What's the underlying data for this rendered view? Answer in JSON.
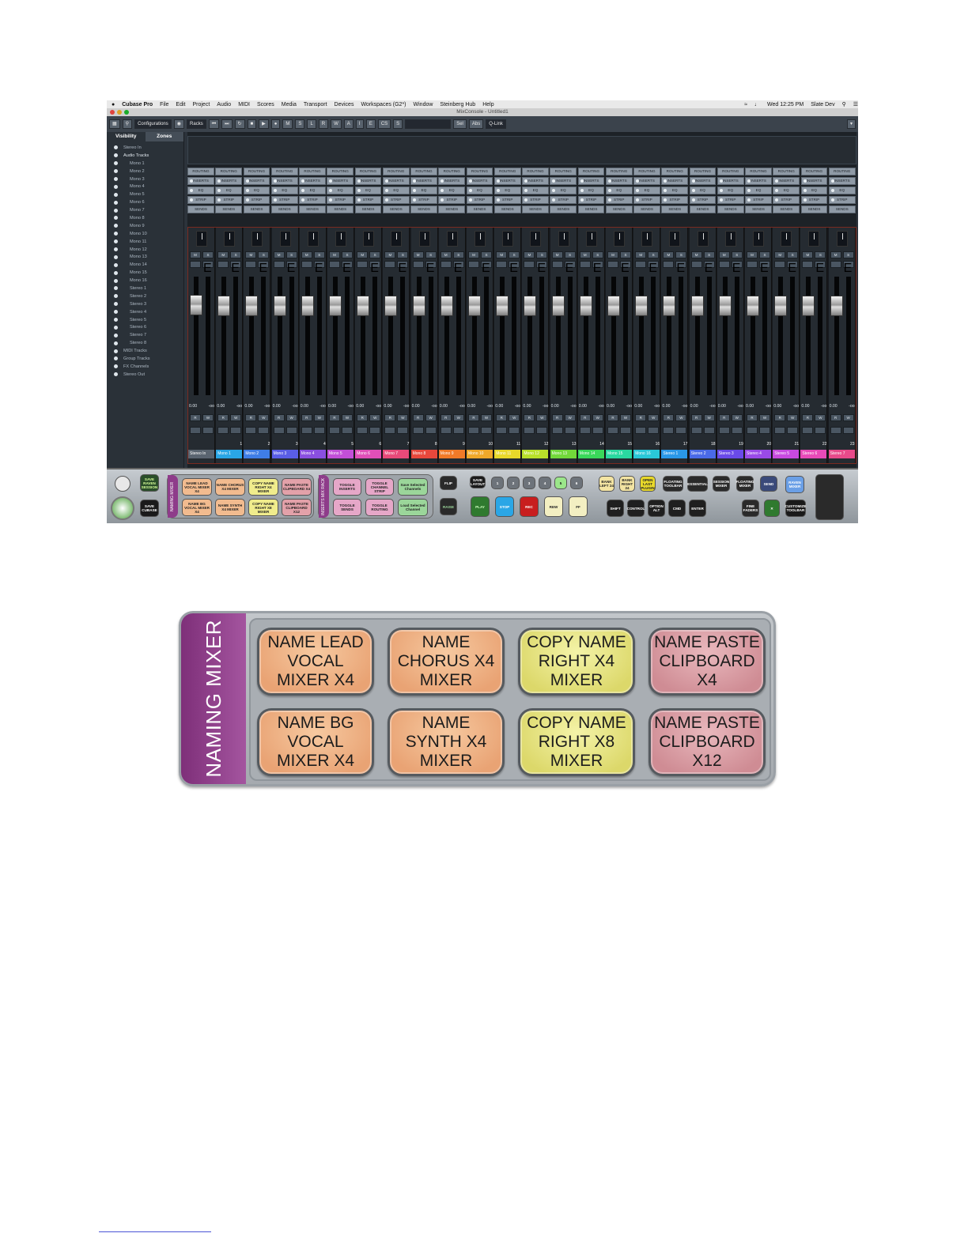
{
  "menubar": {
    "app": "Cubase Pro",
    "items": [
      "File",
      "Edit",
      "Project",
      "Audio",
      "MIDI",
      "Scores",
      "Media",
      "Transport",
      "Devices",
      "Workspaces (G2*)",
      "Window",
      "Steinberg Hub",
      "Help"
    ],
    "clock": "Wed 12:25 PM",
    "user": "Slate Dev"
  },
  "window": {
    "title": "MixConsole - Untitled1"
  },
  "toolbar": {
    "configurations": "Configurations",
    "racks": "Racks",
    "m": "M",
    "s": "S",
    "l": "L",
    "r": "R",
    "w": "W",
    "a": "A",
    "i": "I",
    "e": "E",
    "cs": "CS",
    "ss": "S",
    "sel": "Sel",
    "abs": "Abs",
    "qlink": "Q-Link"
  },
  "visibility": {
    "tabs": [
      "Visibility",
      "Zones"
    ],
    "items": [
      "Stereo In",
      "Audio Tracks",
      "Mono 1",
      "Mono 2",
      "Mono 3",
      "Mono 4",
      "Mono 5",
      "Mono 6",
      "Mono 7",
      "Mono 8",
      "Mono 9",
      "Mono 10",
      "Mono 11",
      "Mono 12",
      "Mono 13",
      "Mono 14",
      "Mono 15",
      "Mono 16",
      "Stereo 1",
      "Stereo 2",
      "Stereo 3",
      "Stereo 4",
      "Stereo 5",
      "Stereo 6",
      "Stereo 7",
      "Stereo 8",
      "MIDI Tracks",
      "Group Tracks",
      "FX Channels",
      "Stereo Out"
    ]
  },
  "racks": {
    "routing": "ROUTING",
    "inserts": "INSERTS",
    "eq": "EQ",
    "strip": "STRIP",
    "sends": "SENDS"
  },
  "channels": {
    "volume": "0.00",
    "peak": "-oo",
    "knob": "C",
    "m": "M",
    "s": "S",
    "e": "E",
    "r": "R",
    "w": "W",
    "numbers": [
      "",
      "1",
      "2",
      "3",
      "4",
      "5",
      "6",
      "7",
      "8",
      "9",
      "10",
      "11",
      "12",
      "13",
      "14",
      "15",
      "16",
      "17",
      "18",
      "19",
      "20",
      "21",
      "22",
      "23"
    ],
    "names": [
      "Stereo In",
      "Mono 1",
      "Mono 2",
      "Mono 3",
      "Mono 4",
      "Mono 5",
      "Mono 6",
      "Mono 7",
      "Mono 8",
      "Mono 9",
      "Mono 10",
      "Mono 11",
      "Mono 12",
      "Mono 13",
      "Mono 14",
      "Mono 15",
      "Mono 16",
      "Stereo 1",
      "Stereo 2",
      "Stereo 3",
      "Stereo 4",
      "Stereo 5",
      "Stereo 6",
      "Stereo 7"
    ],
    "colors": [
      "#5a6470",
      "#2aa6e6",
      "#3f7ee6",
      "#5a5ee6",
      "#8a4fe0",
      "#c24fd8",
      "#e04fb8",
      "#e84a7a",
      "#e8483c",
      "#f07a28",
      "#f0a82a",
      "#e8d82a",
      "#b8e02a",
      "#72d83a",
      "#3ad85a",
      "#2ad8a0",
      "#2ac8d8",
      "#2a98e8",
      "#4a6ae8",
      "#6a4ae8",
      "#9a4ae8",
      "#c84ae0",
      "#e84ab8",
      "#e84a8a"
    ]
  },
  "control_panel": {
    "save_raven_session": "SAVE RAVEN SESSION",
    "save_cubase": "SAVE CUBASE",
    "naming_mixer_label": "NAMING MIXER",
    "naming_small": [
      "NAME LEAD VOCAL MIXER X4",
      "NAME CHORUS X4 MIXER",
      "COPY NAME RIGHT X4 MIXER",
      "NAME PASTE CLIPBOARD X4",
      "NAME BG VOCAL MIXER X4",
      "NAME SYNTH X4 MIXER",
      "COPY NAME RIGHT X8 MIXER",
      "NAME PASTE CLIPBOARD X12"
    ],
    "inserts_mix_label": "INSERTS MIX RACK",
    "inserts_buttons": [
      "TOGGLE INSERTS",
      "TOGGLE CHANNEL STRIP",
      "Save Selected Channels",
      "TOGGLE SENDS",
      "TOGGLE ROUTING",
      "Load Selected Channel"
    ],
    "flip": "FLIP",
    "raise": "RAISE",
    "save_layout": "SAVE LAYOUT",
    "layouts": [
      "1",
      "2",
      "3",
      "4",
      "5",
      "6"
    ],
    "play": "PLAY",
    "stop": "STOP",
    "rec": "REC",
    "rew": "REW",
    "ff": "FF",
    "bank_left": "BANK LEFT 24",
    "bank_right": "BANK RIGHT 24",
    "open_last": "OPEN LAST PLUGIN",
    "floating_toolbar": "FLOATING TOOLBAR",
    "essential": "ESSENTIAL",
    "session_mixer": "SESSION MIXER",
    "floating_mixer": "FLOATING MIXER",
    "send": "SEND",
    "raven_mixer": "RAVEN MIXER",
    "modifiers": [
      "SHIFT",
      "CONTROL",
      "OPTION ALT",
      "CMD",
      "ENTER"
    ],
    "fine_faders": "FINE FADERS",
    "customize_toolbar": "CUSTOMIZE TOOLBAR"
  },
  "zoom": {
    "label": "NAMING MIXER",
    "buttons": [
      {
        "text": "NAME LEAD VOCAL MIXER X4",
        "color": "orange"
      },
      {
        "text": "NAME CHORUS X4 MIXER",
        "color": "orange"
      },
      {
        "text": "COPY NAME RIGHT X4 MIXER",
        "color": "yellow"
      },
      {
        "text": "NAME PASTE CLIPBOARD X4",
        "color": "pink"
      },
      {
        "text": "NAME BG VOCAL MIXER X4",
        "color": "orange"
      },
      {
        "text": "NAME SYNTH X4 MIXER",
        "color": "orange"
      },
      {
        "text": "COPY NAME RIGHT X8 MIXER",
        "color": "yellow"
      },
      {
        "text": "NAME PASTE CLIPBOARD X12",
        "color": "pink"
      }
    ]
  }
}
